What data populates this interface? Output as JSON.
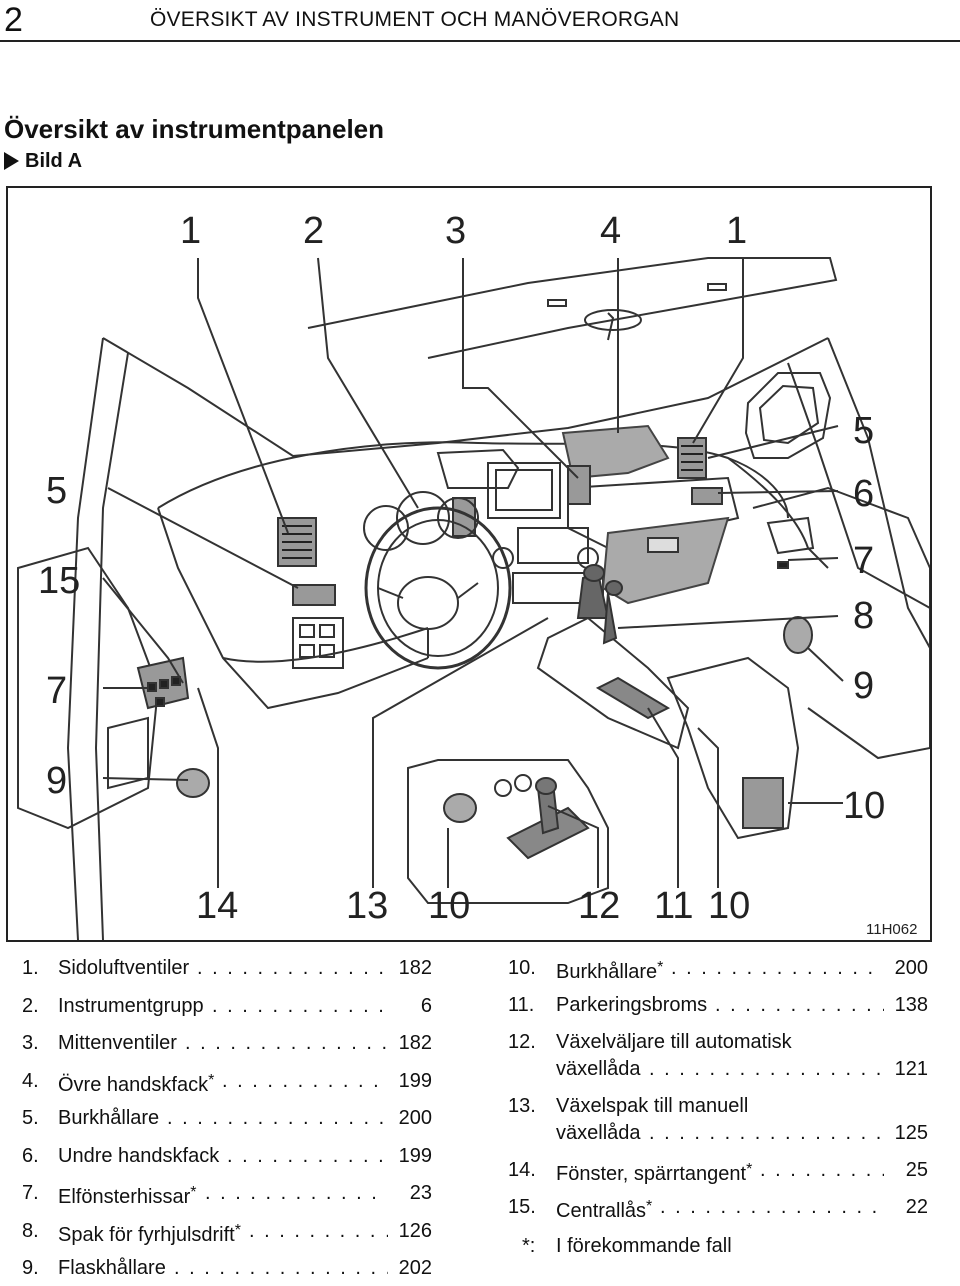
{
  "header": {
    "page_number": "2",
    "chapter_title": "ÖVERSIKT AV INSTRUMENT OCH MANÖVERORGAN"
  },
  "section": {
    "title": "Översikt av instrumentpanelen",
    "figure_caption": "Bild A"
  },
  "figure": {
    "callouts": [
      "1",
      "2",
      "3",
      "4",
      "1",
      "5",
      "5",
      "6",
      "15",
      "7",
      "7",
      "8",
      "9",
      "9",
      "10",
      "14",
      "13",
      "10",
      "12",
      "11",
      "10"
    ],
    "code": "11H062"
  },
  "list_left": [
    {
      "num": "1.",
      "label": "Sidoluftventiler",
      "star": "",
      "page": "182"
    },
    {
      "num": "2.",
      "label": "Instrumentgrupp",
      "star": "",
      "page": "6"
    },
    {
      "num": "3.",
      "label": "Mittenventiler",
      "star": "",
      "page": "182"
    },
    {
      "num": "4.",
      "label": "Övre handskfack",
      "star": "*",
      "page": "199"
    },
    {
      "num": "5.",
      "label": "Burkhållare",
      "star": "",
      "page": "200"
    },
    {
      "num": "6.",
      "label": "Undre handskfack",
      "star": "",
      "page": "199"
    },
    {
      "num": "7.",
      "label": "Elfönsterhissar",
      "star": "*",
      "page": "23"
    },
    {
      "num": "8.",
      "label": "Spak för fyrhjulsdrift",
      "star": "*",
      "page": "126"
    },
    {
      "num": "9.",
      "label": "Flaskhållare",
      "star": "",
      "page": "202"
    }
  ],
  "list_right": [
    {
      "num": "10.",
      "label": "Burkhållare",
      "label2": "",
      "star": "*",
      "page": "200"
    },
    {
      "num": "11.",
      "label": "Parkeringsbroms",
      "label2": "",
      "star": "",
      "page": "138"
    },
    {
      "num": "12.",
      "label": "Växelväljare till automatisk",
      "label2": "växellåda",
      "star": "",
      "page": "121"
    },
    {
      "num": "13.",
      "label": "Växelspak till manuell",
      "label2": "växellåda",
      "star": "",
      "page": "125"
    },
    {
      "num": "14.",
      "label": "Fönster, spärrtangent",
      "label2": "",
      "star": "*",
      "page": "25"
    },
    {
      "num": "15.",
      "label": "Centrallås",
      "label2": "",
      "star": "*",
      "page": "22"
    }
  ],
  "footnote": {
    "symbol": "*:",
    "text": "I förekommande fall"
  }
}
